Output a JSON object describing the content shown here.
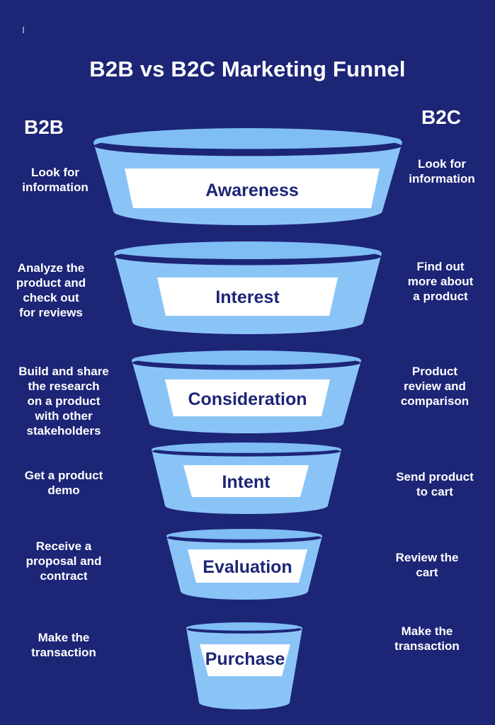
{
  "title": "B2B vs B2C Marketing Funnel",
  "columns": {
    "left": "B2B",
    "right": "B2C"
  },
  "colors": {
    "background": "#1d2577",
    "funnel_body": "#8ac4f7",
    "funnel_rim": "#7fbdf5",
    "funnel_inner": "#1d2577",
    "label_box": "#ffffff",
    "label_text": "#1d2577"
  },
  "stages": [
    {
      "name": "Awareness",
      "b2b": [
        "Look for",
        "information"
      ],
      "b2c": [
        "Look for",
        "information"
      ]
    },
    {
      "name": "Interest",
      "b2b": [
        "Analyze the",
        "product and",
        "check out",
        "for reviews"
      ],
      "b2c": [
        "Find out",
        "more about",
        "a product"
      ]
    },
    {
      "name": "Consideration",
      "b2b": [
        "Build and share",
        "the research",
        "on a product",
        "with other",
        "stakeholders"
      ],
      "b2c": [
        "Product",
        "review and",
        "comparison"
      ]
    },
    {
      "name": "Intent",
      "b2b": [
        "Get a product",
        "demo"
      ],
      "b2c": [
        "Send product",
        "to cart"
      ]
    },
    {
      "name": "Evaluation",
      "b2b": [
        "Receive a",
        "proposal and",
        "contract"
      ],
      "b2c": [
        "Review the",
        "cart"
      ]
    },
    {
      "name": "Purchase",
      "b2b": [
        "Make the",
        "transaction"
      ],
      "b2c": [
        "Make the",
        "transaction"
      ]
    }
  ]
}
